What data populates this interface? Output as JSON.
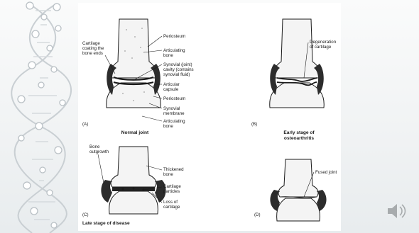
{
  "panel_a": {
    "letter": "(A)",
    "caption": "Normal joint",
    "labels": {
      "cartilage": "Cartilage\ncoating the\nbone ends",
      "periosteum_top": "Periosteum",
      "articulating_bone_top": "Articulating\nbone",
      "synovial_cavity": "Synovial (joint)\ncavity (contains\nsynovial fluid)",
      "articular_capsule": "Articular\ncapsule",
      "periosteum_bottom": "Periosteum",
      "synovial_membrane": "Synovial\nmembrane",
      "articulating_bone_bottom": "Articulating\nbone"
    }
  },
  "panel_b": {
    "letter": "(B)",
    "caption": "Early stage of\nosteoarthritis",
    "labels": {
      "degeneration": "Degeneration\nof cartilage"
    }
  },
  "panel_c": {
    "letter": "(C)",
    "caption": "Late stage of disease",
    "labels": {
      "bone_outgrowth": "Bone\noutgrowth",
      "thickened_bone": "Thickened\nbone",
      "cartilage_particles": "Cartilage\nparticles",
      "loss_of_cartilage": "Loss of\ncartilage"
    }
  },
  "panel_d": {
    "letter": "(D)",
    "caption": "",
    "labels": {
      "fused_joint": "Fused joint"
    }
  },
  "icons": {
    "audio": "speaker-icon",
    "decoration": "dna-helix-icon"
  },
  "colors": {
    "bone": "#f4f4f4",
    "capsule": "#2c2c2c",
    "cartilage": "#bdbdbd",
    "lines": "#1a1a1a"
  }
}
